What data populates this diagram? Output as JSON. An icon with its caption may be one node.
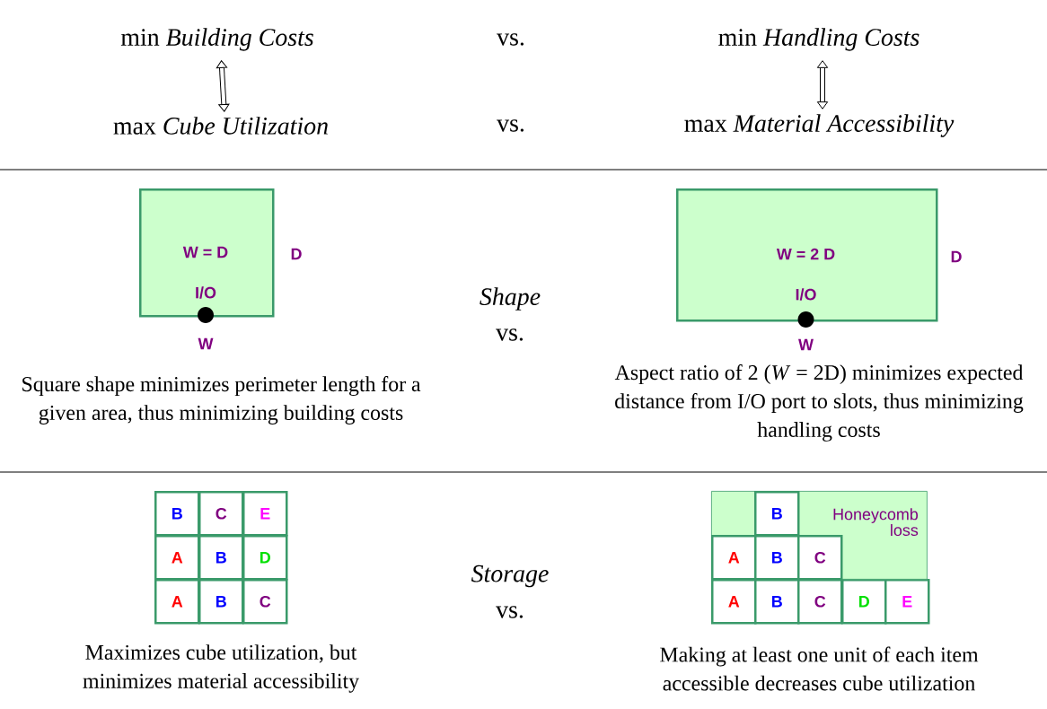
{
  "diagram": {
    "nodes": [
      {
        "text": [
          "min *Building Costs*"
        ]
      },
      {
        "text": [
          "min *Handling Costs*"
        ]
      },
      {
        "text": [
          "max *Cube Utilization*"
        ]
      },
      {
        "text": [
          "max *Material Accessibility*"
        ]
      },
      {
        "text": [
          "W = D",
          "I/O"
        ],
        "beside": [
          "D",
          "W"
        ]
      },
      {
        "text": [
          "W = 2 D",
          "I/O"
        ],
        "beside": [
          "D",
          "W"
        ]
      },
      {
        "text": [
          "B"
        ]
      },
      {
        "text": [
          "C"
        ]
      },
      {
        "text": [
          "E"
        ]
      },
      {
        "text": [
          "A"
        ]
      },
      {
        "text": [
          "B"
        ]
      },
      {
        "text": [
          "D"
        ]
      },
      {
        "text": [
          "A"
        ]
      },
      {
        "text": [
          "B"
        ]
      },
      {
        "text": [
          "C"
        ]
      },
      {
        "text": [
          "Honeycomb loss"
        ]
      },
      {
        "text": [
          "B"
        ],
        "in": 15
      },
      {
        "text": [
          "A"
        ],
        "in": 15
      },
      {
        "text": [
          "B"
        ],
        "in": 15
      },
      {
        "text": [
          "C"
        ],
        "in": 15
      },
      {
        "text": [
          "A"
        ]
      },
      {
        "text": [
          "B"
        ]
      },
      {
        "text": [
          "C"
        ]
      },
      {
        "text": [
          "D"
        ]
      },
      {
        "text": [
          "E"
        ]
      }
    ],
    "edges": [
      {
        "from": 0,
        "to": 2,
        "arrow": "both"
      },
      {
        "from": 1,
        "to": 3,
        "arrow": "both"
      }
    ],
    "labels": [
      "vs.",
      "vs.",
      "Shape",
      "vs.",
      "Square shape minimizes perimeter length for a given area, thus minimizing building costs",
      "Aspect ratio of 2 (*W* = 2D) minimizes expected distance from I/O port to slots, thus minimizing handling costs",
      "Storage",
      "vs.",
      "Maximizes cube utilization, but minimizes material accessibility",
      "Making at least one unit of each item accessible decreases cube utilization"
    ]
  }
}
